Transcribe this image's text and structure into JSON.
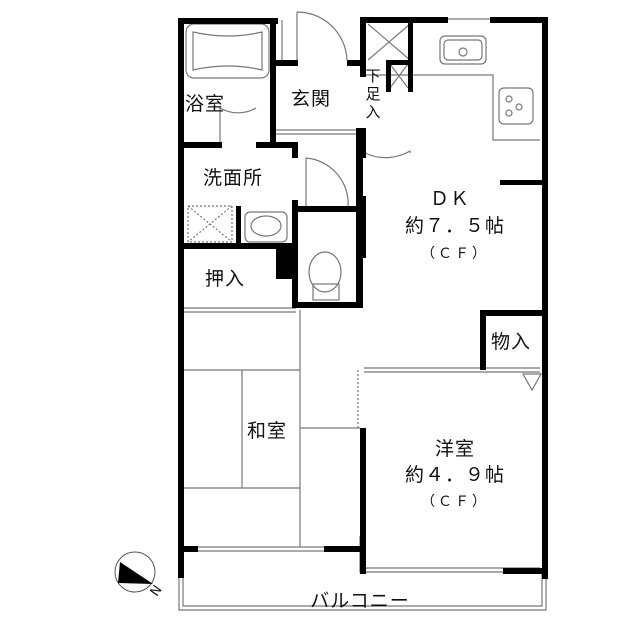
{
  "floorplan": {
    "rooms": {
      "bath": {
        "name": "浴室"
      },
      "entrance": {
        "name": "玄関"
      },
      "shoe_storage": {
        "name": "下足入",
        "chars": [
          "下",
          "足",
          "入"
        ]
      },
      "washroom": {
        "name": "洗面所"
      },
      "closet": {
        "name": "押入"
      },
      "dk": {
        "name": "ＤＫ",
        "size": "約７．５帖",
        "floor": "（ＣＦ）"
      },
      "storage": {
        "name": "物入"
      },
      "japanese_room": {
        "name": "和室"
      },
      "western_room": {
        "name": "洋室",
        "size": "約４．９帖",
        "floor": "（ＣＦ）"
      },
      "balcony": {
        "name": "バルコニー"
      }
    },
    "compass": {
      "label": "N"
    },
    "colors": {
      "wall": "#000000",
      "line": "#777777",
      "background": "#ffffff"
    }
  }
}
